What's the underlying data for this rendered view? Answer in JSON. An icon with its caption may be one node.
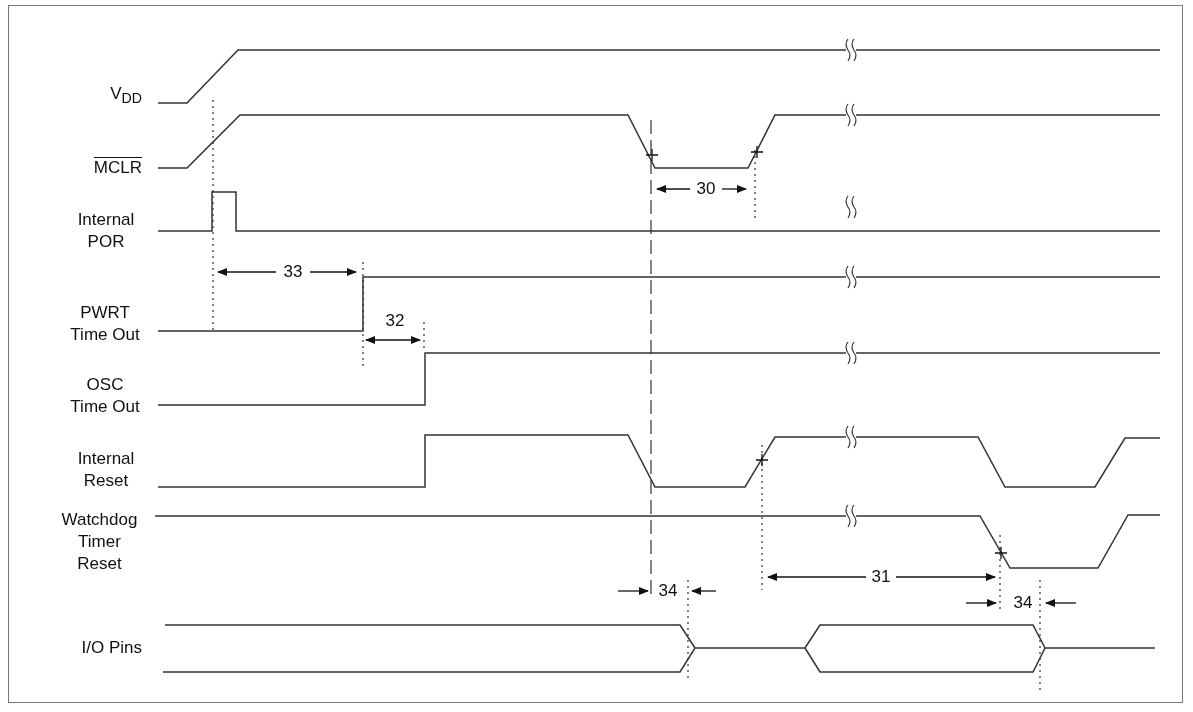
{
  "diagram": {
    "labels": [
      "V$_{DD}$",
      "MCLR",
      "30",
      "Internal POR",
      "33",
      "PWRT Time Out",
      "32",
      "OSC Time Out",
      "Internal Reset",
      "Watchdog Timer Reset",
      "31",
      "34",
      "34",
      "I/O Pins"
    ]
  }
}
